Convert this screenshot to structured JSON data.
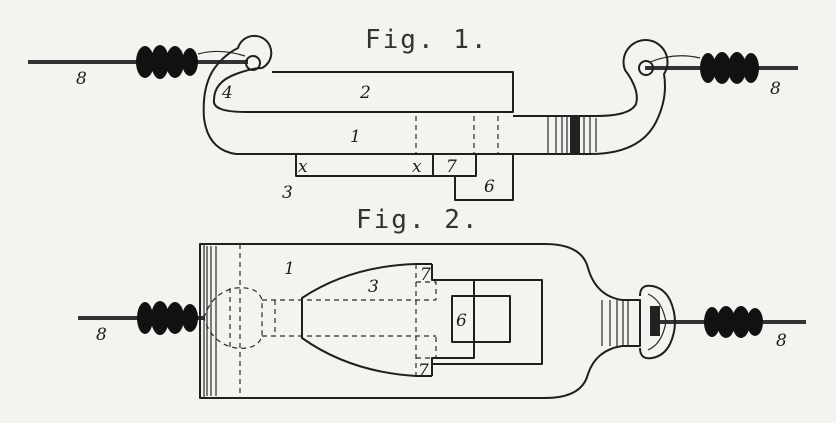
{
  "figures": {
    "fig1": {
      "title": "Fig. 1.",
      "labels": {
        "p1": "1",
        "p2": "2",
        "p3": "3",
        "p4": "4",
        "p6": "6",
        "p7": "7",
        "p8_left": "8",
        "p8_right": "8",
        "x1": "x",
        "x2": "x"
      }
    },
    "fig2": {
      "title": "Fig. 2.",
      "labels": {
        "p1": "1",
        "p3": "3",
        "p6": "6",
        "p7_top": "7",
        "p7_bottom": "7",
        "p8_left": "8",
        "p8_right": "8"
      }
    }
  },
  "colors": {
    "ink": "#1f1f1f",
    "paper": "#f4f3ef"
  }
}
